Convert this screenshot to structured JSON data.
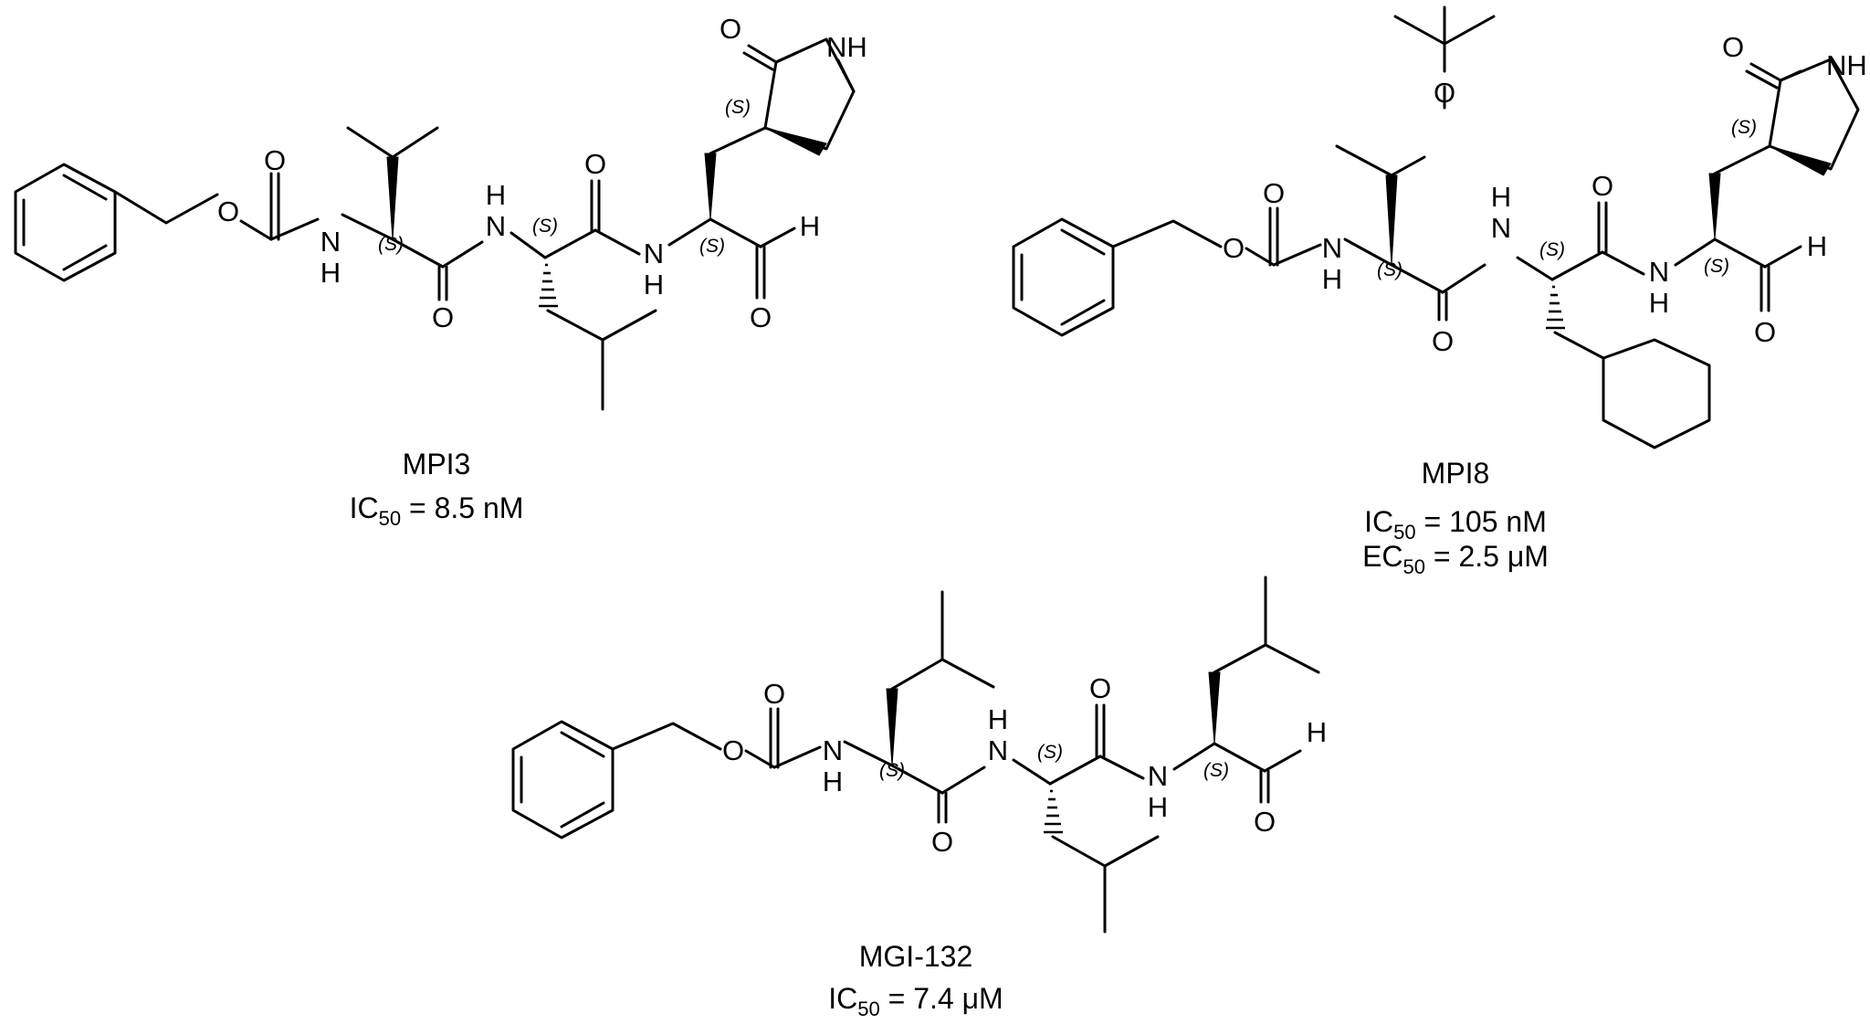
{
  "compounds": [
    {
      "name": "MPI3",
      "activities": [
        {
          "prefix": "IC",
          "sub": "50",
          "rest": " = 8.5 nM"
        }
      ]
    },
    {
      "name": "MPI8",
      "activities": [
        {
          "prefix": "IC",
          "sub": "50",
          "rest": " = 105 nM"
        },
        {
          "prefix": "EC",
          "sub": "50",
          "rest": " = 2.5 μM"
        }
      ]
    },
    {
      "name": "MGI-132",
      "activities": [
        {
          "prefix": "IC",
          "sub": "50",
          "rest": " = 7.4 μM"
        }
      ]
    }
  ],
  "atoms": {
    "O": "O",
    "H": "H",
    "N": "N",
    "NH": "NH"
  },
  "stereo_label": "(S)"
}
